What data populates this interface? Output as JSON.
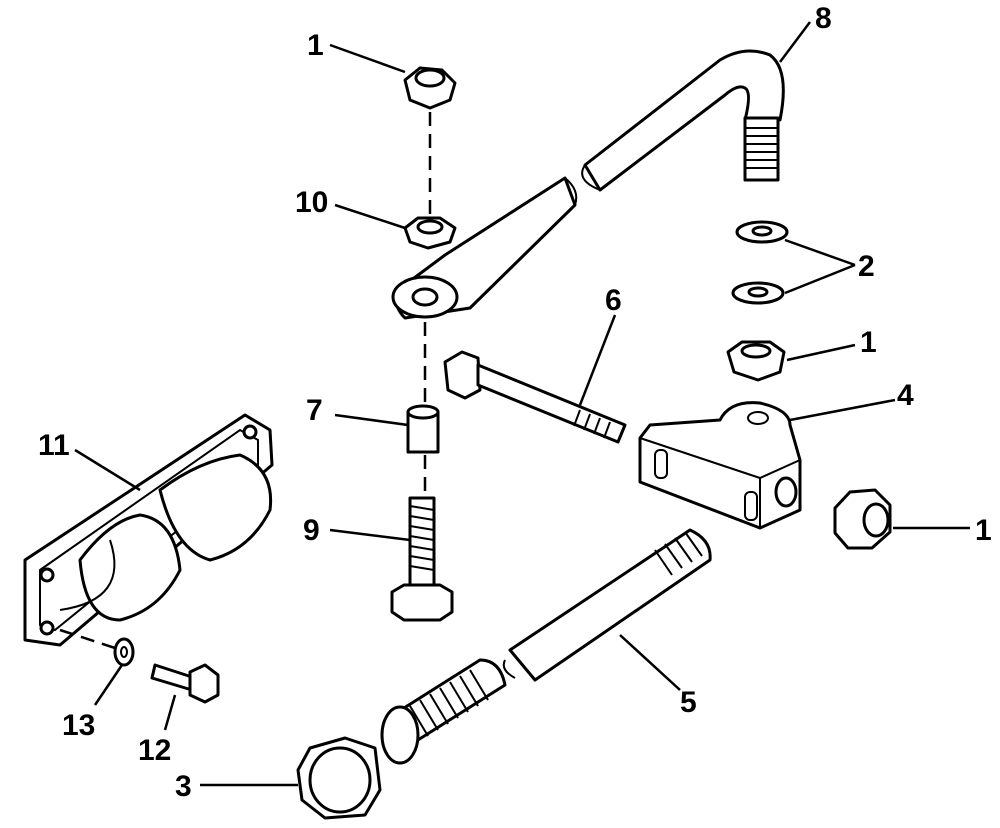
{
  "callouts": {
    "c1a": "1",
    "c8": "8",
    "c10": "10",
    "c2": "2",
    "c1b": "1",
    "c6": "6",
    "c4": "4",
    "c7": "7",
    "c11": "11",
    "c1c": "1",
    "c9": "9",
    "c5": "5",
    "c13": "13",
    "c12": "12",
    "c3": "3"
  },
  "colors": {
    "ink": "#000000",
    "paper": "#ffffff"
  }
}
